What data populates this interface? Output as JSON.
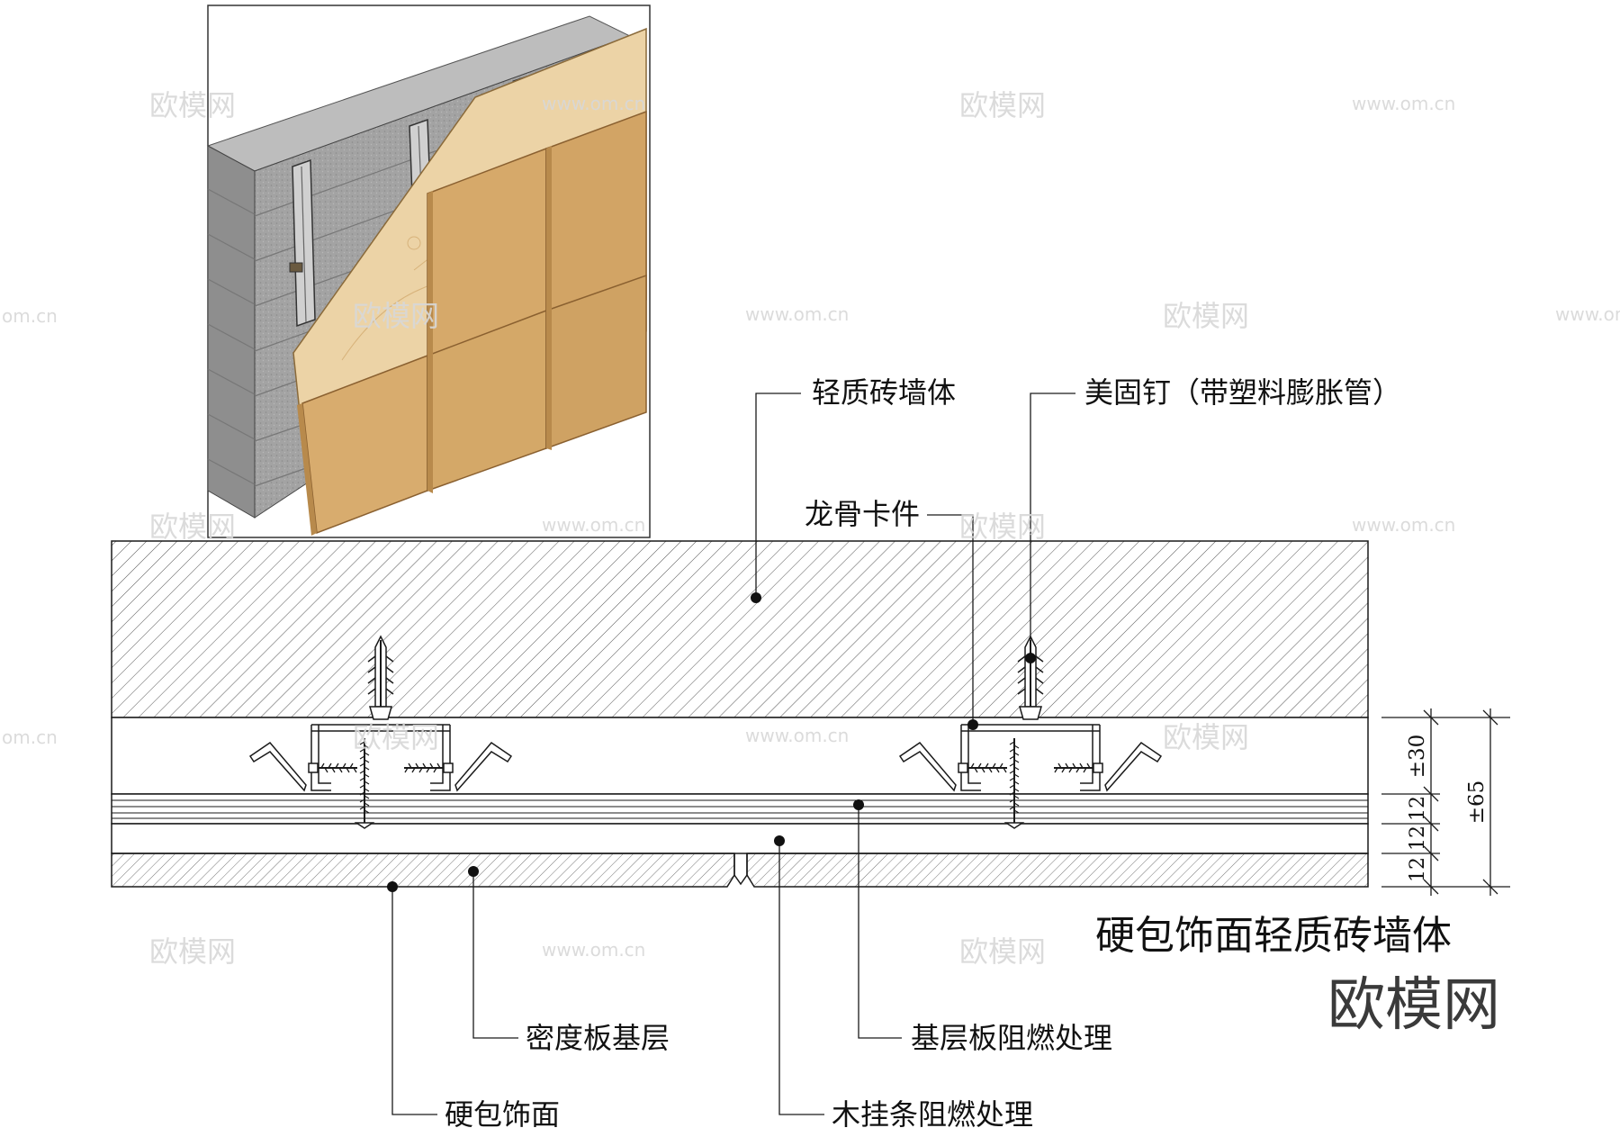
{
  "labels": {
    "wall": "轻质砖墙体",
    "anchor": "美固钉（带塑料膨胀管）",
    "clip": "龙骨卡件",
    "mdf_base": "密度板基层",
    "base_fire": "基层板阻燃处理",
    "facing": "硬包饰面",
    "wood_fire": "木挂条阻燃处理"
  },
  "title": "硬包饰面轻质砖墙体",
  "logo": "欧模网",
  "watermark": {
    "cn": "欧模网",
    "url": "www.om.cn",
    "edge_url": "om.cn"
  },
  "dimensions": {
    "d30": "±30",
    "d12a": "12",
    "d12b": "12",
    "d12c": "12",
    "d65": "±65"
  },
  "colors": {
    "line": "#1a1a1a",
    "panel": "#d6a96a",
    "panel_dark": "#b88a4c",
    "plywood": "#ecd3a6",
    "brick": "#9d9d9d"
  }
}
